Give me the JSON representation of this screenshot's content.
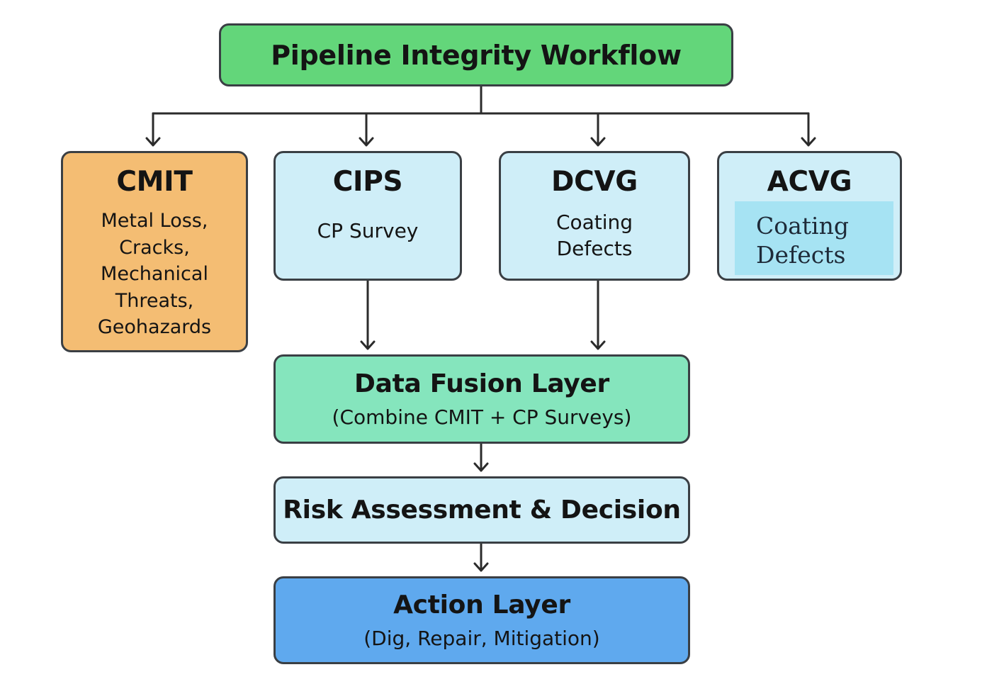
{
  "header": {
    "title": "Pipeline Integrity Workflow"
  },
  "methods": [
    {
      "title": "CMIT",
      "description": "Metal Loss,\nCracks,\nMechanical\nThreats,\nGeohazards"
    },
    {
      "title": "CIPS",
      "description": "CP Survey"
    },
    {
      "title": "DCVG",
      "description": "Coating\nDefects"
    },
    {
      "title": "ACVG",
      "description": "Coating\nDefects"
    }
  ],
  "fusion": {
    "title": "Data Fusion Layer",
    "description": "(Combine CMIT + CP Surveys)"
  },
  "risk": {
    "title": "Risk Assessment & Decision"
  },
  "action": {
    "title": "Action Layer",
    "description": "(Dig, Repair, Mitigation)"
  },
  "colors": {
    "header": "#63d67a",
    "cmit": "#f4bd73",
    "survey": "#cfeef8",
    "acvg_highlight": "#a6e3f3",
    "fusion": "#85e5bd",
    "risk": "#cfeef8",
    "action": "#5fa9ee",
    "border": "#3a3f44",
    "connector": "#2b2b2b"
  }
}
